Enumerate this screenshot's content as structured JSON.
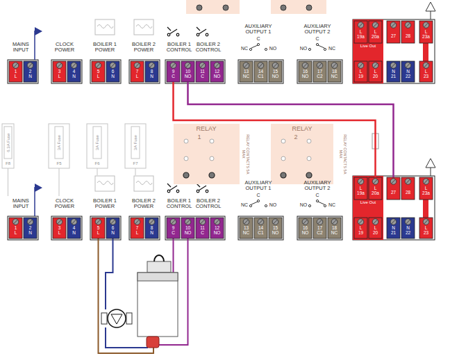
{
  "diagram": {
    "nodes": [
      {
        "text": [
          "1",
          "L"
        ]
      },
      {
        "text": [
          "2",
          "N"
        ]
      },
      {
        "text": [
          "3",
          "L"
        ]
      },
      {
        "text": [
          "4",
          "N"
        ]
      },
      {
        "text": [
          "5",
          "L"
        ]
      },
      {
        "text": [
          "6",
          "N"
        ]
      },
      {
        "text": [
          "7",
          "L"
        ]
      },
      {
        "text": [
          "8",
          "N"
        ]
      },
      {
        "text": [
          "9",
          "C"
        ]
      },
      {
        "text": [
          "10",
          "NO"
        ]
      },
      {
        "text": [
          "11",
          "C"
        ]
      },
      {
        "text": [
          "12",
          "NO"
        ]
      },
      {
        "text": [
          "13",
          "NC"
        ]
      },
      {
        "text": [
          "14",
          "C1"
        ]
      },
      {
        "text": [
          "15",
          "NO"
        ]
      },
      {
        "text": [
          "16",
          "NO"
        ]
      },
      {
        "text": [
          "17",
          "C2"
        ]
      },
      {
        "text": [
          "18",
          "NC"
        ]
      },
      {
        "text": [
          "L",
          "19a"
        ]
      },
      {
        "text": [
          "L",
          "20a"
        ]
      },
      {
        "text": [
          "27"
        ]
      },
      {
        "text": [
          "28"
        ]
      },
      {
        "text": [
          "L",
          "23a"
        ]
      },
      {
        "text": [
          "L",
          "19"
        ]
      },
      {
        "text": [
          "L",
          "20"
        ]
      },
      {
        "text": [
          "N",
          "21"
        ]
      },
      {
        "text": [
          "N",
          "22"
        ]
      },
      {
        "text": [
          "L",
          "23"
        ]
      },
      {
        "text": [
          "1",
          "L"
        ]
      },
      {
        "text": [
          "2",
          "N"
        ]
      },
      {
        "text": [
          "3",
          "L"
        ]
      },
      {
        "text": [
          "4",
          "N"
        ]
      },
      {
        "text": [
          "5",
          "L"
        ]
      },
      {
        "text": [
          "6",
          "N"
        ]
      },
      {
        "text": [
          "7",
          "L"
        ]
      },
      {
        "text": [
          "8",
          "N"
        ]
      },
      {
        "text": [
          "9",
          "C"
        ]
      },
      {
        "text": [
          "10",
          "NO"
        ]
      },
      {
        "text": [
          "11",
          "C"
        ]
      },
      {
        "text": [
          "12",
          "NO"
        ]
      },
      {
        "text": [
          "13",
          "NC"
        ]
      },
      {
        "text": [
          "14",
          "C1"
        ]
      },
      {
        "text": [
          "15",
          "NO"
        ]
      },
      {
        "text": [
          "16",
          "NO"
        ]
      },
      {
        "text": [
          "17",
          "C2"
        ]
      },
      {
        "text": [
          "18",
          "NC"
        ]
      },
      {
        "text": [
          "L",
          "19a"
        ]
      },
      {
        "text": [
          "L",
          "20a"
        ]
      },
      {
        "text": [
          "27"
        ]
      },
      {
        "text": [
          "28"
        ]
      },
      {
        "text": [
          "L",
          "23a"
        ]
      },
      {
        "text": [
          "L",
          "19"
        ]
      },
      {
        "text": [
          "L",
          "20"
        ]
      },
      {
        "text": [
          "N",
          "21"
        ]
      },
      {
        "text": [
          "N",
          "22"
        ]
      },
      {
        "text": [
          "L",
          "23"
        ]
      }
    ],
    "edges": [
      {
        "from": 8,
        "to": 47,
        "arrow": "none"
      },
      {
        "from": 9,
        "to": 48,
        "arrow": "none"
      }
    ],
    "labels": [
      "MAINS INPUT",
      "CLOCK POWER",
      "BOILER 1 POWER",
      "BOILER 2 POWER",
      "BOILER 1 CONTROL",
      "BOILER 2 CONTROL",
      "AUXILIARY OUTPUT 1",
      "NC",
      "C",
      "NO",
      "AUXILIARY OUTPUT 2",
      "NO",
      "C",
      "NC",
      "Live Out",
      "MAINS INPUT",
      "CLOCK POWER",
      "BOILER 1 POWER",
      "BOILER 2 POWER",
      "BOILER 1 CONTROL",
      "BOILER 2 CONTROL",
      "AUXILIARY OUTPUT 1",
      "NC",
      "C",
      "NO",
      "AUXILIARY OUTPUT 2",
      "NO",
      "C",
      "NC",
      "Live Out",
      "RELAY",
      "1",
      "RELAY CONTACTS 5A MAX",
      "RELAY",
      "2",
      "RELAY CONTACTS 5A MAX",
      "6.3A Fuse",
      "F8",
      "3A Fuse",
      "F5",
      "3A Fuse",
      "F6",
      "3A Fuse",
      "F7"
    ]
  }
}
